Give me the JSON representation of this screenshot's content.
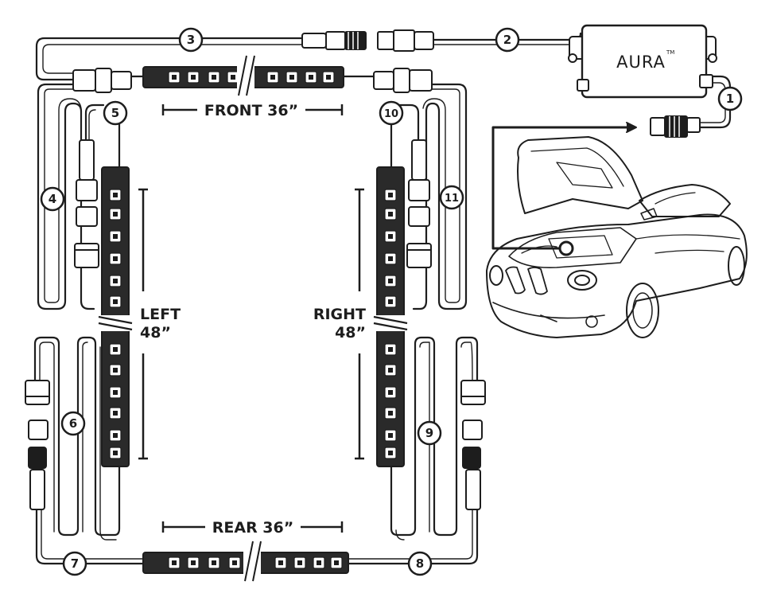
{
  "controller": {
    "brand": "AURA",
    "trademark": "TM"
  },
  "callouts": [
    "1",
    "2",
    "3",
    "4",
    "5",
    "6",
    "7",
    "8",
    "9",
    "10",
    "11"
  ],
  "labels": {
    "front": "FRONT 36”",
    "rear": "REAR 36”",
    "left_line1": "LEFT",
    "left_line2": "48”",
    "right_line1": "RIGHT",
    "right_line2": "48”"
  },
  "colors": {
    "ink": "#1d1d1d",
    "strip": "#2a2a2a",
    "background": "#ffffff"
  }
}
